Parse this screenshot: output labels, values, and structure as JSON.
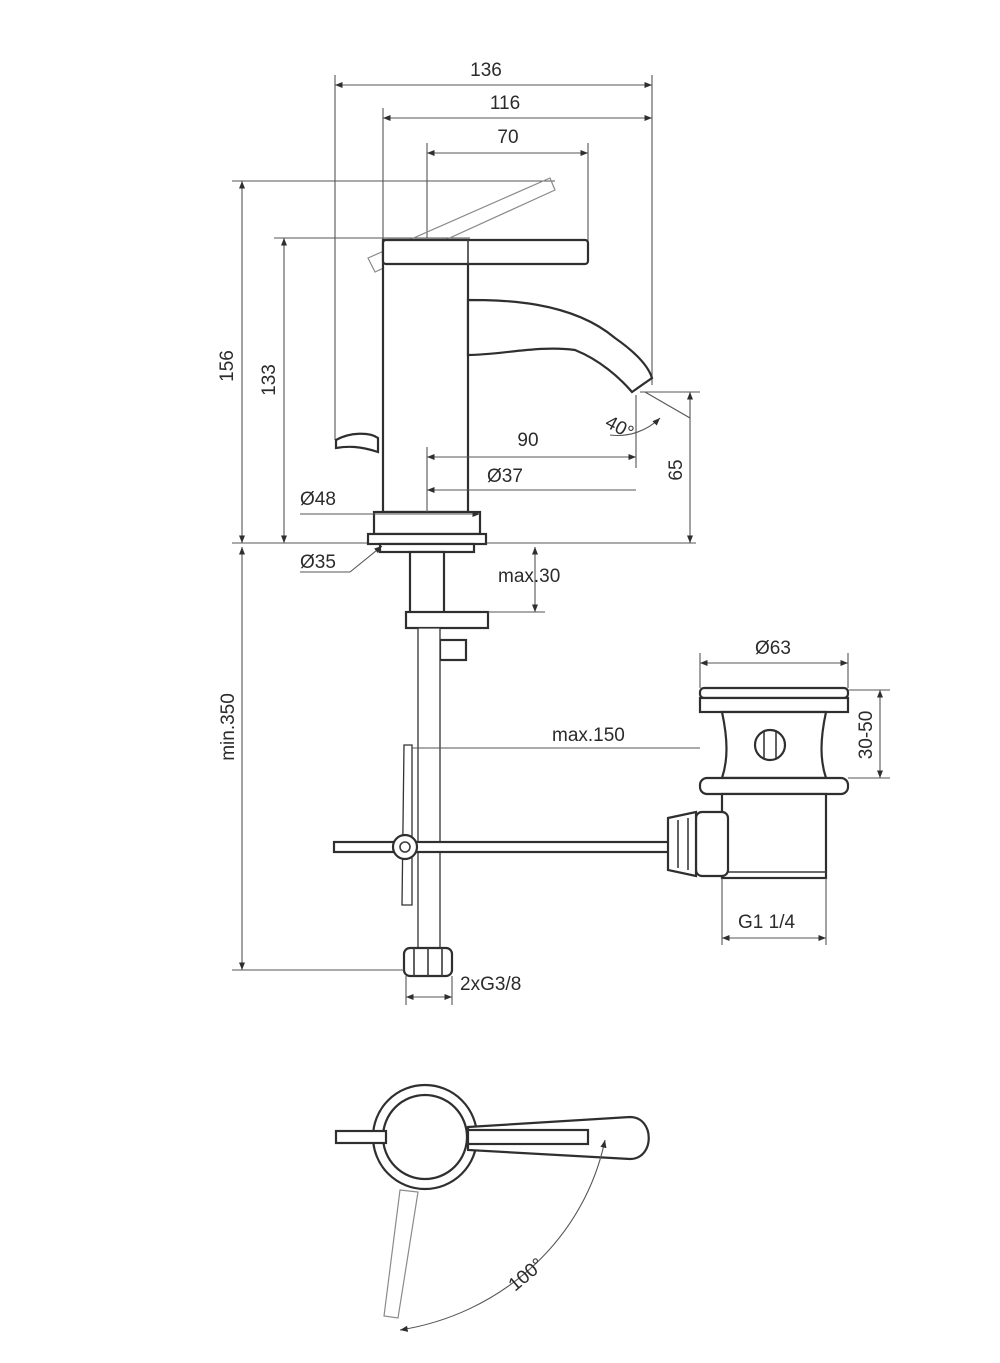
{
  "dimensions": {
    "d136": "136",
    "d116": "116",
    "d70": "70",
    "d156": "156",
    "d133": "133",
    "d90": "90",
    "d65": "65",
    "angle40": "40°",
    "dia37": "Ø37",
    "dia48": "Ø48",
    "dia35": "Ø35",
    "max30": "max.30",
    "min350": "min.350",
    "max150": "max.150",
    "dia63": "Ø63",
    "d30_50": "30-50",
    "g1_1_4": "G1 1/4",
    "g3_8": "2xG3/8",
    "angle100": "100°"
  }
}
